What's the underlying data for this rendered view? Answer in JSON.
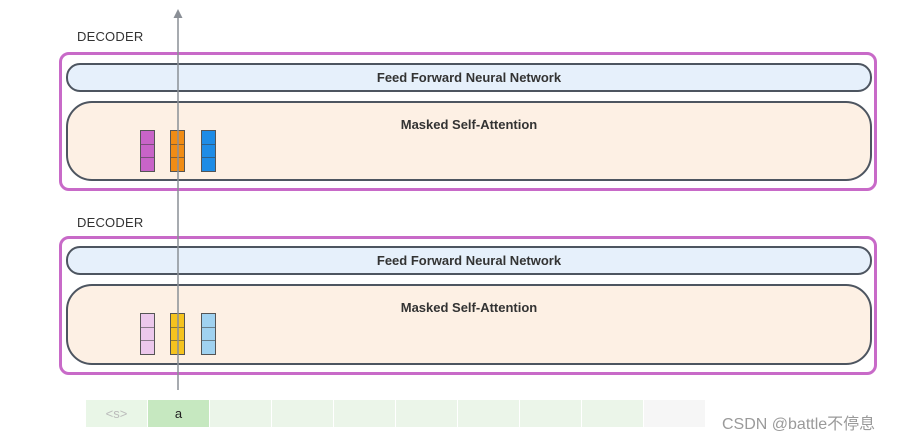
{
  "diagram": {
    "decoders": [
      {
        "label": "DECODER",
        "ffnn_label": "Feed Forward Neural Network",
        "attention_label": "Masked Self-Attention",
        "vector_colors": [
          "#c864c8",
          "#f08c14",
          "#1e8ce6"
        ]
      },
      {
        "label": "DECODER",
        "ffnn_label": "Feed Forward Neural Network",
        "attention_label": "Masked Self-Attention",
        "vector_colors": [
          "#ecc8ec",
          "#f5c31e",
          "#a0d2f0"
        ]
      }
    ],
    "tokens": [
      "<s>",
      "a",
      "",
      "",
      "",
      "",
      "",
      "",
      "",
      ""
    ],
    "token_colors": {
      "start": "#e9f6e7",
      "active": "#c6e8c0",
      "empty": "#ebf5e9",
      "faded": "#f6f6f6"
    },
    "accent_border": "#c86ac8",
    "arrow_color": "#8a8f96"
  },
  "watermark": "CSDN @battle不停息"
}
